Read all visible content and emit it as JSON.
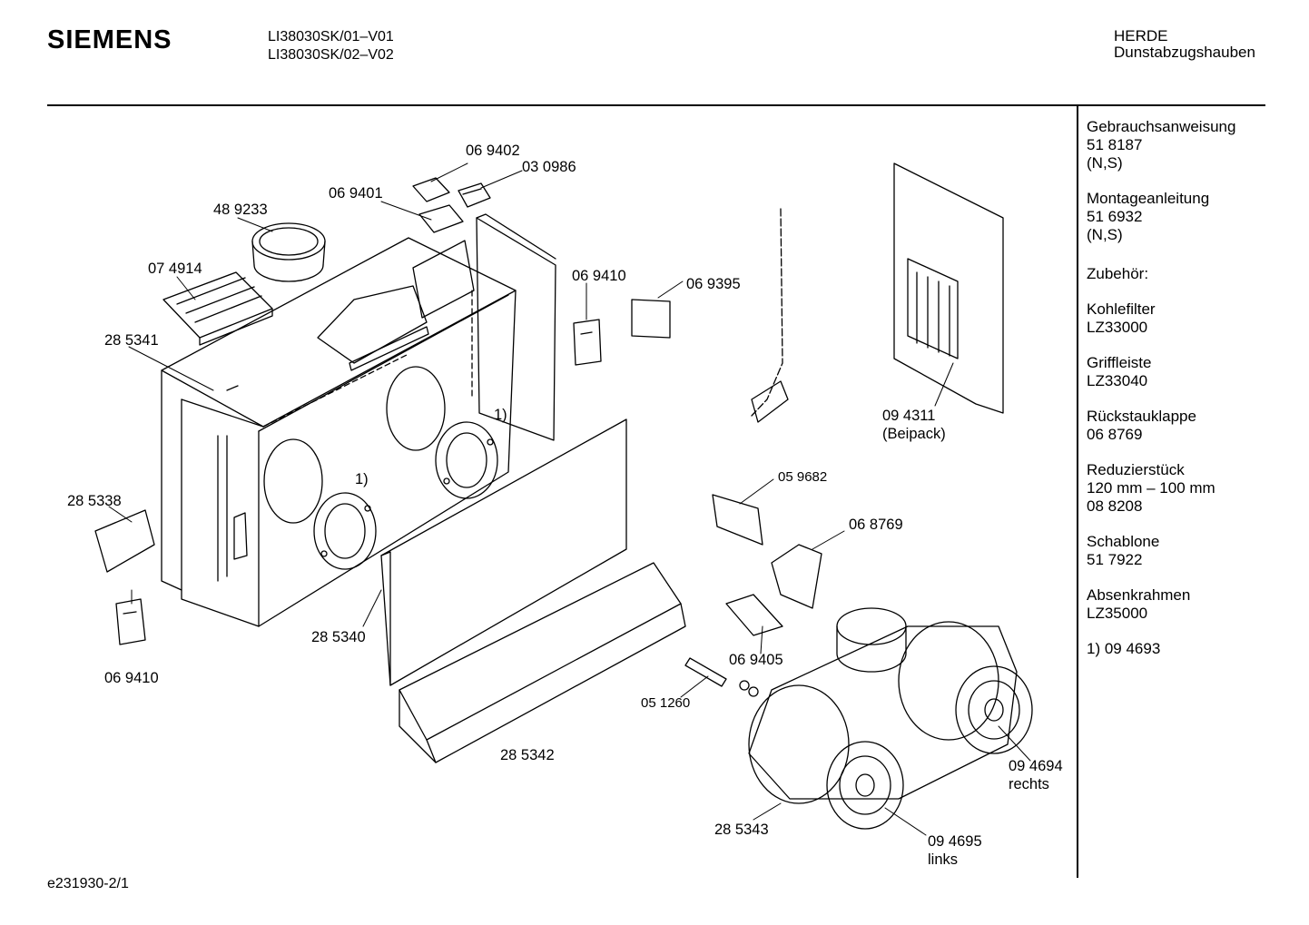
{
  "header": {
    "brand": "SIEMENS",
    "models": [
      "LI38030SK/01–V01",
      "LI38030SK/02–V02"
    ],
    "category_line1": "HERDE",
    "category_line2": "Dunstabzugshauben"
  },
  "sidebar": {
    "groups": [
      {
        "lines": [
          "Gebrauchsanweisung",
          "51 8187",
          "(N,S)"
        ]
      },
      {
        "lines": [
          "Montageanleitung",
          "51 6932",
          "(N,S)"
        ]
      },
      {
        "lines": [
          "",
          "Zubehör:"
        ]
      },
      {
        "lines": [
          "Kohlefilter",
          "LZ33000"
        ]
      },
      {
        "lines": [
          "Griffleiste",
          "LZ33040"
        ]
      },
      {
        "lines": [
          "Rückstauklappe",
          "06 8769"
        ]
      },
      {
        "lines": [
          "Reduzierstück",
          "120 mm – 100 mm",
          "08 8208"
        ]
      },
      {
        "lines": [
          "Schablone",
          "51 7922"
        ]
      },
      {
        "lines": [
          "Absenkrahmen",
          "LZ35000"
        ]
      },
      {
        "lines": [
          "1)  09 4693"
        ]
      }
    ]
  },
  "parts": {
    "p069402": "06 9402",
    "p030986": "03 0986",
    "p069401": "06 9401",
    "p489233": "48 9233",
    "p074914": "07 4914",
    "p285341": "28 5341",
    "p069410a": "06 9410",
    "p069395": "06 9395",
    "p1a": "1)",
    "p1b": "1)",
    "p285338": "28 5338",
    "p069410b": "06 9410",
    "p285340": "28 5340",
    "p094311": "09 4311",
    "p094311b": "(Beipack)",
    "p059682": "05 9682",
    "p068769": "06 8769",
    "p069405": "06 9405",
    "p051260": "05 1260",
    "p285342": "28 5342",
    "p094694": "09 4694",
    "p094694b": "rechts",
    "p285343": "28 5343",
    "p094695": "09 4695",
    "p094695b": "links"
  },
  "footer": {
    "drawing_id": "e231930-2/1"
  }
}
